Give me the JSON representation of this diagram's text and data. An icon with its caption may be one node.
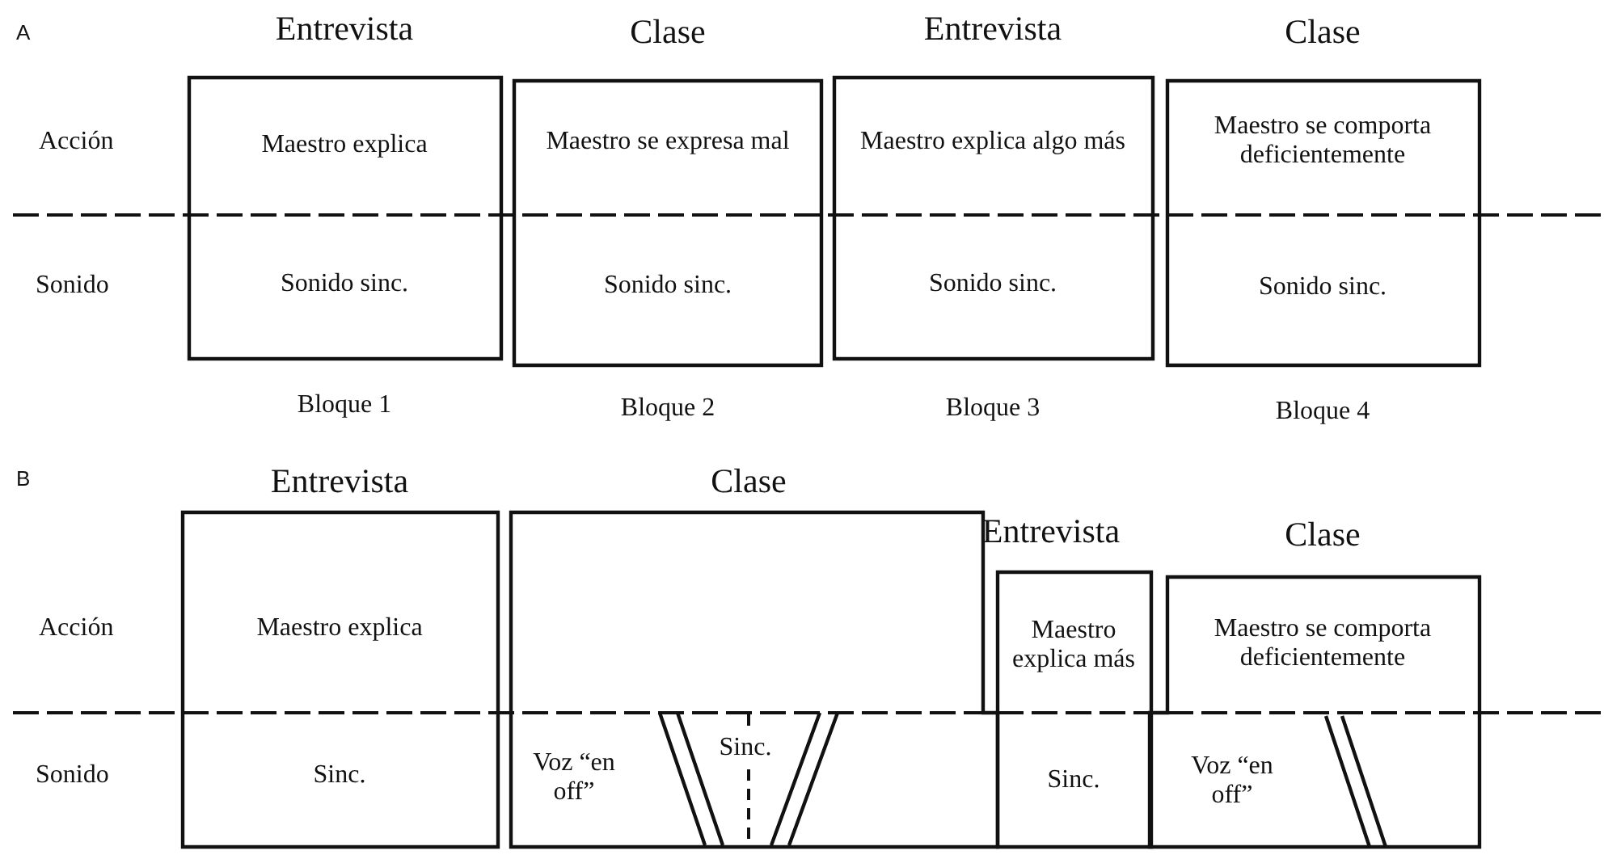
{
  "diagram": {
    "nodes": [
      {
        "text": [
          "Entrevista",
          "Maestro explica",
          "Sonido sinc."
        ],
        "beside": [
          "Bloque 1"
        ]
      },
      {
        "text": [
          "Clase",
          "Maestro se expresa mal",
          "Sonido sinc."
        ],
        "beside": [
          "Bloque 2"
        ]
      },
      {
        "text": [
          "Entrevista",
          "Maestro explica algo más",
          "Sonido sinc."
        ],
        "beside": [
          "Bloque 3"
        ]
      },
      {
        "text": [
          "Clase",
          "Maestro se comporta deficientemente",
          "Sonido sinc."
        ],
        "beside": [
          "Bloque 4"
        ]
      },
      {
        "text": [
          "Entrevista",
          "Maestro explica",
          "Sinc."
        ]
      },
      {
        "text": [
          "Clase",
          "Voz “en off”",
          "Sinc."
        ]
      },
      {
        "text": [
          "Entrevista",
          "Maestro explica más",
          "Sinc."
        ]
      },
      {
        "text": [
          "Clase",
          "Maestro se comporta deficientemente",
          "Voz “en off”"
        ]
      }
    ],
    "labels": [
      "A",
      "Acción",
      "Sonido",
      "B",
      "Acción",
      "Sonido"
    ]
  }
}
